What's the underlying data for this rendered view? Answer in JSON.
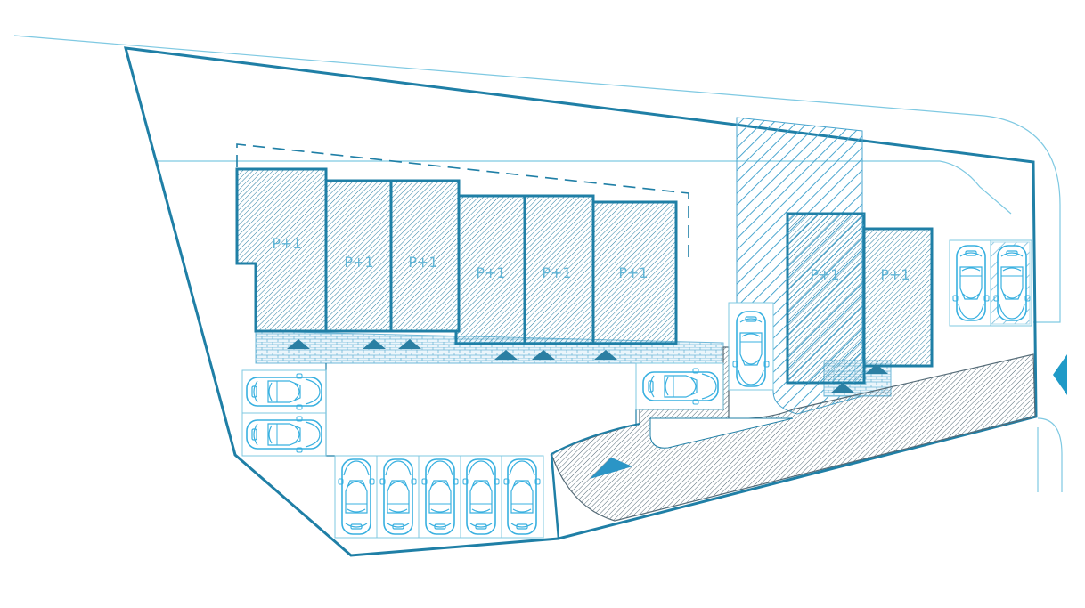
{
  "colors": {
    "outline": "#1f7fa6",
    "thin_line": "#7fc9e2",
    "building_fill": "#3f9fc4",
    "hatch_blue": "#4aa6cf",
    "hatch_grey": "#556b77",
    "paving": "#6fb8d8",
    "car": "#38b0e0",
    "label": "#5fb4d6"
  },
  "icons": [
    "car-icon",
    "entrance-arrow-icon",
    "direction-arrow-icon",
    "access-arrow-icon"
  ],
  "buildings": [
    {
      "label": "P+1"
    },
    {
      "label": "P+1"
    },
    {
      "label": "P+1"
    },
    {
      "label": "P+1"
    },
    {
      "label": "P+1"
    },
    {
      "label": "P+1"
    },
    {
      "label": "P+1"
    },
    {
      "label": "P+1"
    }
  ]
}
